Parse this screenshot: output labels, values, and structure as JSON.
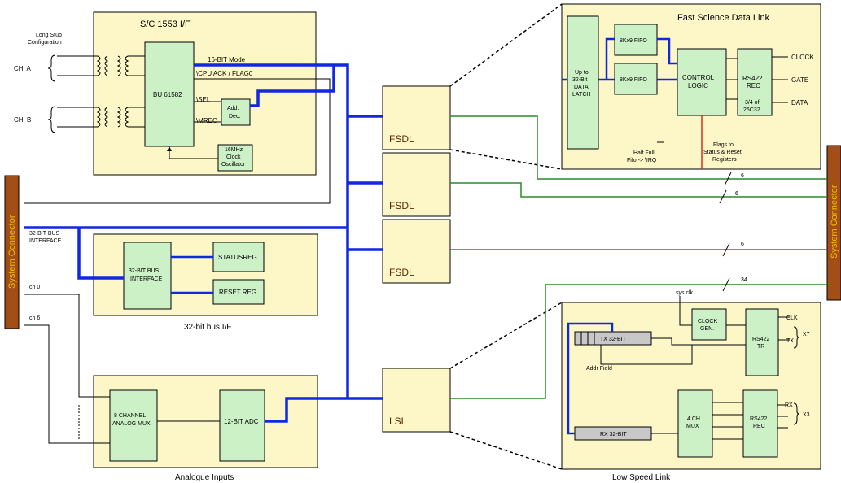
{
  "colors": {
    "panel_fill": "#fdf7c8",
    "block_fill": "#cdf1c6",
    "connector_fill": "#a24e16",
    "connector_text": "#f5c000",
    "bus_line": "#1028e0",
    "data_line": "#2a8a2a",
    "flag_line": "#d03020",
    "register_fill": "#c8c8c8"
  },
  "sc1553": {
    "title": "S/C 1553 I/F",
    "stub_label": [
      "Long Stub",
      "Configuration"
    ],
    "ch_a": "CH. A",
    "ch_b": "CH. B",
    "chip": "BU 61582",
    "mode16": "16-BIT Mode",
    "cpu_ack": "\\CPU ACK / FLAG0",
    "sel": "\\SEL",
    "mrec": "\\MREC",
    "addr_dec": [
      "Add.",
      "Dec."
    ],
    "clock_osc": [
      "16MHz",
      "Clock",
      "Oscillator"
    ]
  },
  "bus32": {
    "left_label": [
      "32-BIT BUS",
      "INTERFACE"
    ],
    "block": [
      "32-BIT BUS",
      "INTERFACE"
    ],
    "status_reg": "STATUSREG",
    "reset_reg": "RESET REG",
    "caption": "32-bit bus I/F"
  },
  "analogue": {
    "ch0": "ch 0",
    "ch6": "ch 6",
    "mux": [
      "8 CHANNEL",
      "ANALOG MUX"
    ],
    "adc": "12-BIT ADC",
    "caption": "Analogue Inputs"
  },
  "fsdl_boxes": [
    "FSDL",
    "FSDL",
    "FSDL"
  ],
  "lsl_box": "LSL",
  "connectors": [
    "System Connector",
    "System Connector"
  ],
  "fast_link": {
    "title": "Fast Science Data Link",
    "latch": [
      "Up to",
      "32-Bit",
      "DATA",
      "LATCH"
    ],
    "fifo1": "8Kx9 FIFO",
    "fifo2": "8Kx9 FIFO",
    "control": [
      "CONTROL",
      "LOGIC"
    ],
    "rs422": [
      "RS422",
      "REC"
    ],
    "chip": [
      "3/4 of",
      "26C32"
    ],
    "clock": "CLOCK",
    "gate": "GATE",
    "data": "DATA",
    "half_full": [
      "Half Full",
      "Fifo -> \\IRQ"
    ],
    "flags": [
      "Flags to",
      "Status & Reset",
      "Registers"
    ]
  },
  "bus_widths": [
    "6",
    "6",
    "6",
    "34"
  ],
  "low_link": {
    "sys_clk": "sys clk",
    "clock_gen": [
      "CLOCK",
      "GEN."
    ],
    "rs422_tr": [
      "RS422",
      "TR"
    ],
    "clk": "CLK",
    "tx": "TX",
    "x7": "X7",
    "tx_reg": "TX 32-BIT",
    "addr_field": "Addr Field",
    "rx_reg": "RX 32-BIT",
    "mux": [
      "4 CH",
      "MUX"
    ],
    "rs422_rec": [
      "RS422",
      "REC"
    ],
    "rx": "RX",
    "x3": "X3",
    "caption": "Low Speed Link"
  }
}
